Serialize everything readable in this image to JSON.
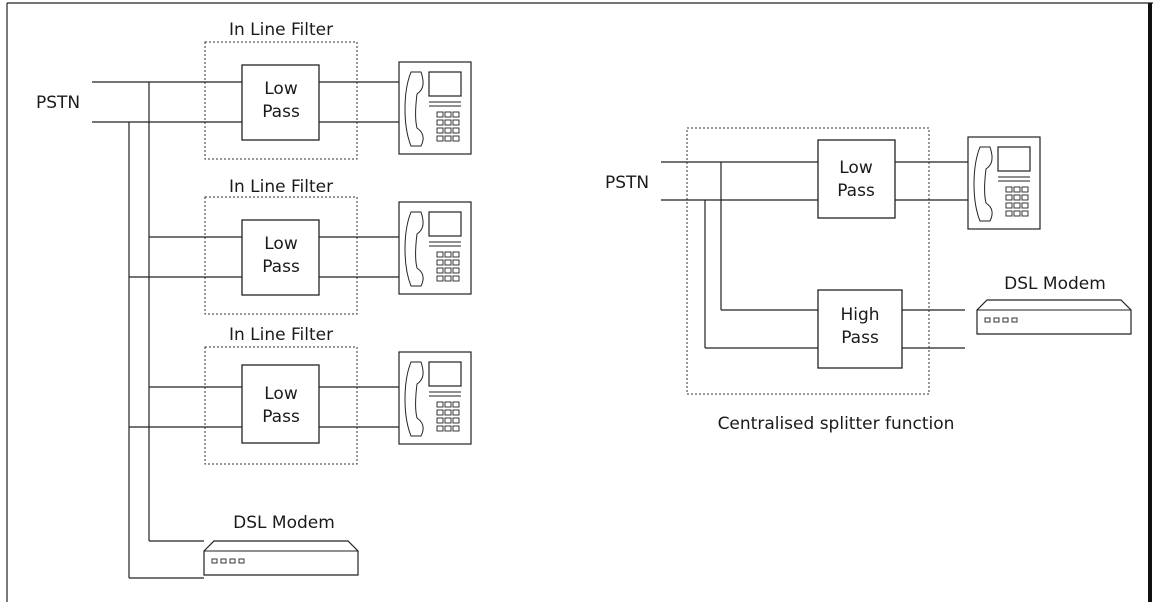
{
  "left": {
    "pstn_label": "PSTN",
    "filters": [
      {
        "title": "In Line Filter",
        "line1": "Low",
        "line2": "Pass"
      },
      {
        "title": "In Line Filter",
        "line1": "Low",
        "line2": "Pass"
      },
      {
        "title": "In Line Filter",
        "line1": "Low",
        "line2": "Pass"
      }
    ],
    "modem_label": "DSL Modem"
  },
  "right": {
    "pstn_label": "PSTN",
    "low_pass": {
      "line1": "Low",
      "line2": "Pass"
    },
    "high_pass": {
      "line1": "High",
      "line2": "Pass"
    },
    "modem_label": "DSL Modem",
    "caption": "Centralised splitter function"
  },
  "icons": [
    "telephone-icon",
    "dsl-modem-icon"
  ],
  "colors": {
    "line": "#222222",
    "background": "#ffffff"
  }
}
